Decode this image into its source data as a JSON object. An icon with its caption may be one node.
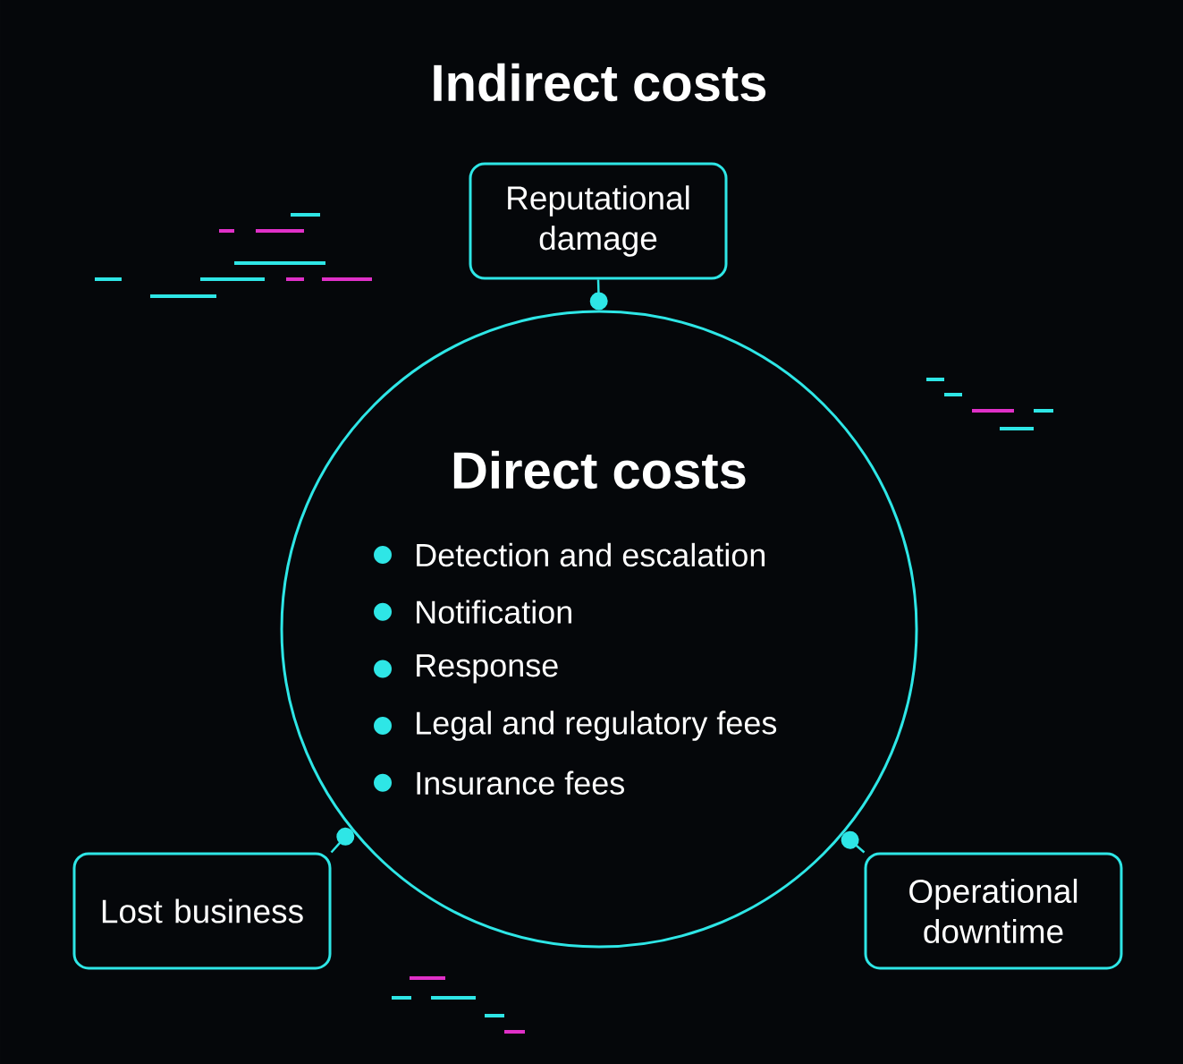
{
  "diagram": {
    "title": "Indirect costs",
    "nodes": [
      {
        "text": [
          "Direct costs",
          "Detection and escalation",
          "Notification",
          "Response",
          "Legal and regulatory fees",
          "Insurance fees"
        ]
      },
      {
        "text": [
          "Reputational damage"
        ]
      },
      {
        "text": [
          "Lost business"
        ]
      },
      {
        "text": [
          "Operational downtime"
        ]
      }
    ],
    "edges": [
      {
        "from": 1,
        "to": 0,
        "arrow": "other"
      },
      {
        "from": 2,
        "to": 0,
        "arrow": "other"
      },
      {
        "from": 3,
        "to": 0,
        "arrow": "other"
      }
    ]
  }
}
